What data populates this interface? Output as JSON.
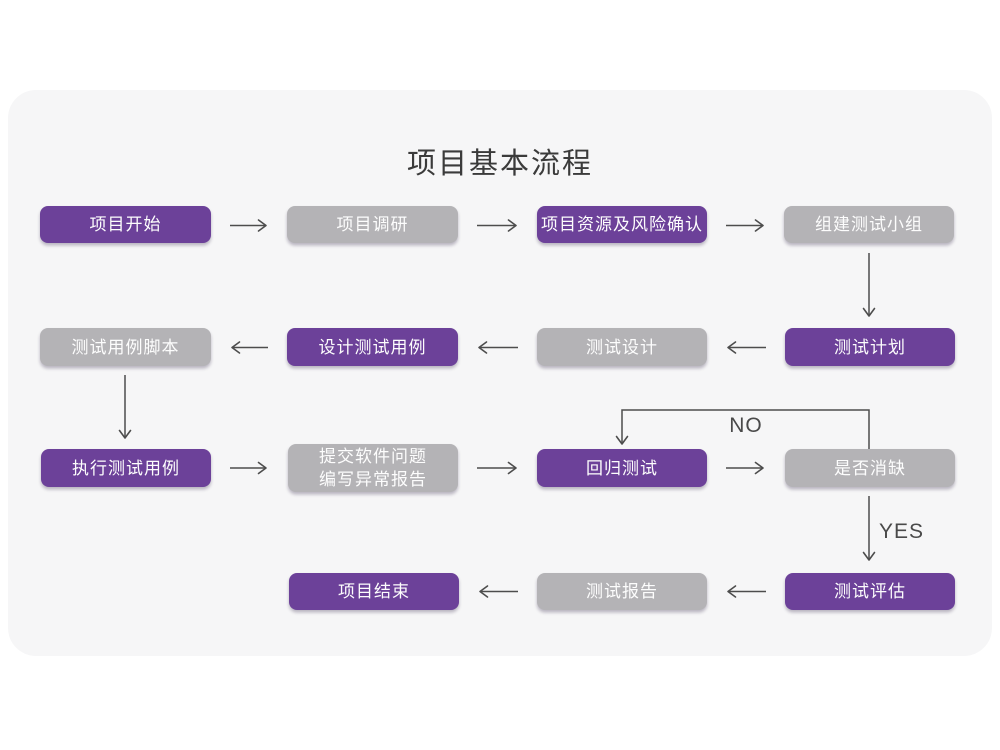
{
  "title": "项目基本流程",
  "colors": {
    "purple": "#6c4199",
    "gray": "#b4b3b6",
    "card_background": "#f6f6f7",
    "arrow": "#4d4d4d",
    "title_text": "#3b3b3b",
    "node_text": "#fdfdfd"
  },
  "labels": {
    "no": "NO",
    "yes": "YES"
  },
  "nodes": [
    {
      "id": "project-start",
      "label": "项目开始",
      "variant": "purple"
    },
    {
      "id": "project-research",
      "label": "项目调研",
      "variant": "gray"
    },
    {
      "id": "resources-risk",
      "label": "项目资源及风险确认",
      "variant": "purple"
    },
    {
      "id": "build-test-team",
      "label": "组建测试小组",
      "variant": "gray"
    },
    {
      "id": "test-case-script",
      "label": "测试用例脚本",
      "variant": "gray"
    },
    {
      "id": "design-test-cases",
      "label": "设计测试用例",
      "variant": "purple"
    },
    {
      "id": "test-design",
      "label": "测试设计",
      "variant": "gray"
    },
    {
      "id": "test-plan",
      "label": "测试计划",
      "variant": "purple"
    },
    {
      "id": "execute-test-cases",
      "label": "执行测试用例",
      "variant": "purple"
    },
    {
      "id": "submit-issues-report",
      "label": "提交软件问题\n编写异常报告",
      "variant": "gray"
    },
    {
      "id": "regression-test",
      "label": "回归测试",
      "variant": "purple"
    },
    {
      "id": "defect-resolved",
      "label": "是否消缺",
      "variant": "gray"
    },
    {
      "id": "project-end",
      "label": "项目结束",
      "variant": "purple"
    },
    {
      "id": "test-report",
      "label": "测试报告",
      "variant": "gray"
    },
    {
      "id": "test-evaluation",
      "label": "测试评估",
      "variant": "purple"
    }
  ],
  "edges": [
    {
      "from": "project-start",
      "to": "project-research",
      "label": ""
    },
    {
      "from": "project-research",
      "to": "resources-risk",
      "label": ""
    },
    {
      "from": "resources-risk",
      "to": "build-test-team",
      "label": ""
    },
    {
      "from": "build-test-team",
      "to": "test-plan",
      "label": ""
    },
    {
      "from": "test-plan",
      "to": "test-design",
      "label": ""
    },
    {
      "from": "test-design",
      "to": "design-test-cases",
      "label": ""
    },
    {
      "from": "design-test-cases",
      "to": "test-case-script",
      "label": ""
    },
    {
      "from": "test-case-script",
      "to": "execute-test-cases",
      "label": ""
    },
    {
      "from": "execute-test-cases",
      "to": "submit-issues-report",
      "label": ""
    },
    {
      "from": "submit-issues-report",
      "to": "regression-test",
      "label": ""
    },
    {
      "from": "regression-test",
      "to": "defect-resolved",
      "label": ""
    },
    {
      "from": "defect-resolved",
      "to": "regression-test",
      "label": "NO"
    },
    {
      "from": "defect-resolved",
      "to": "test-evaluation",
      "label": "YES"
    },
    {
      "from": "test-evaluation",
      "to": "test-report",
      "label": ""
    },
    {
      "from": "test-report",
      "to": "project-end",
      "label": ""
    }
  ]
}
